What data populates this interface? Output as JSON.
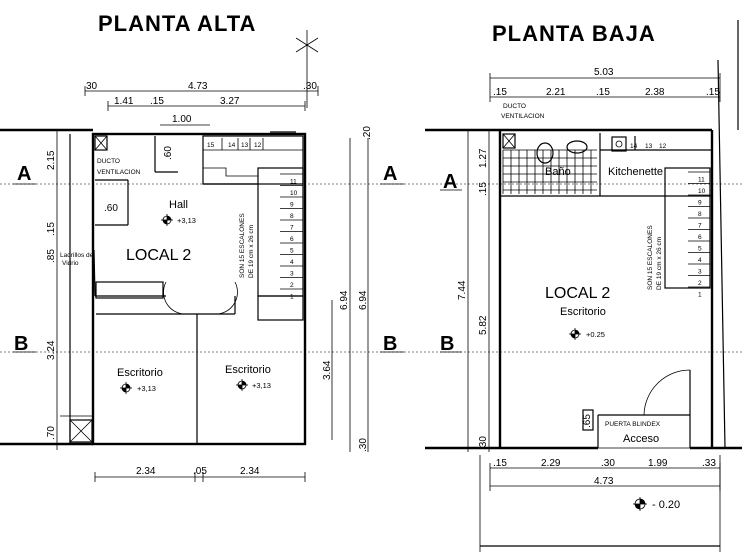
{
  "titles": {
    "upper": "PLANTA ALTA",
    "lower": "PLANTA BAJA"
  },
  "axes": {
    "a": "A",
    "b": "B"
  },
  "alta": {
    "dims_top": [
      "30",
      "4.73",
      ".30",
      "1.41",
      ".15",
      "3.27",
      "1.00",
      ".20"
    ],
    "dims_left": [
      "2.15",
      ".85",
      ".15",
      "3.24",
      ".70"
    ],
    "dims_right": [
      "6.94",
      "6.94",
      "3.64",
      ".30"
    ],
    "dims_bottom": [
      "2.34",
      ".05",
      "2.34"
    ],
    "ducto": "DUCTO\nVENTILACION",
    "ducto_l1": "DUCTO",
    "ducto_l2": "VENTILACION",
    "dim_60a": ".60",
    "dim_60b": ".60",
    "hall": "Hall",
    "hall_level": "+3,13",
    "local": "LOCAL  2",
    "ladrillos_l1": "Ladrillos de",
    "ladrillos_l2": "Vidrio",
    "stairs_l1": "SON 15 ESCALONES",
    "stairs_l2": "DE 19 cm x 26 cm",
    "steps_top": [
      "15",
      "14",
      "13",
      "12"
    ],
    "steps_side": [
      "11",
      "10",
      "9",
      "8",
      "7",
      "6",
      "5",
      "4",
      "3",
      "2",
      "1"
    ],
    "escritorio1": "Escritorio",
    "escritorio1_level": "+3,13",
    "escritorio2": "Escritorio",
    "escritorio2_level": "+3,13"
  },
  "baja": {
    "dims_top": [
      "5.03",
      ".15",
      "2.21",
      ".15",
      "2.38",
      ".15"
    ],
    "dims_left": [
      "1.27",
      ".15",
      "7.44",
      "5.82",
      ".30"
    ],
    "dims_bottom": [
      ".15",
      "2.29",
      ".30",
      "1.99",
      ".33",
      "4.73"
    ],
    "ducto_l1": "DUCTO",
    "ducto_l2": "VENTILACION",
    "bano": "Baño",
    "kitchenette": "Kitchenette",
    "steps_top": [
      "14",
      "13",
      "12"
    ],
    "steps_side": [
      "11",
      "10",
      "9",
      "8",
      "7",
      "6",
      "5",
      "4",
      "3",
      "2",
      "1"
    ],
    "stairs_l1": "SON 15 ESCALONES",
    "stairs_l2": "DE 19 cm x 26 cm",
    "local": "LOCAL  2",
    "escritorio": "Escritorio",
    "escritorio_level": "+0.25",
    "puerta": "PUERTA BLINDEX",
    "acceso": "Acceso",
    "dim_65": ".65",
    "exterior_level": "- 0.20"
  }
}
